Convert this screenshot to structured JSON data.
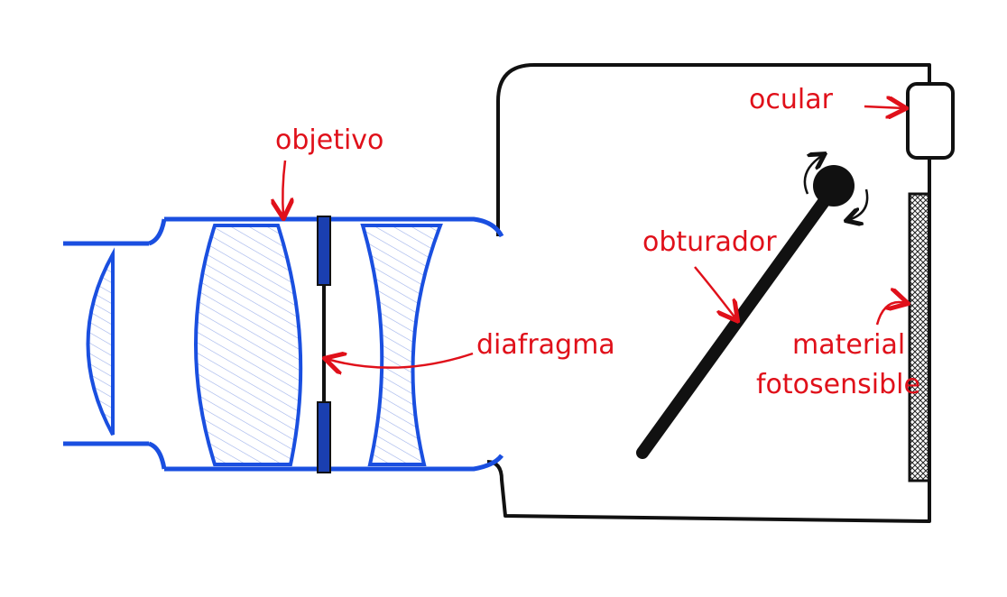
{
  "labels": {
    "objetivo": "objetivo",
    "diafragma": "diafragma",
    "obturador": "obturador",
    "ocular": "ocular",
    "material_line1": "material",
    "material_line2": "fotosensible"
  },
  "colors": {
    "lens": "#1a4fe0",
    "lens_hatch": "#8ea4e6",
    "label": "#e0101a",
    "body": "#111111"
  }
}
